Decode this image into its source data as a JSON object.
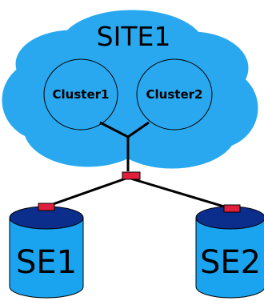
{
  "site": {
    "label": "SITE1"
  },
  "clusters": [
    {
      "label": "Cluster1"
    },
    {
      "label": "Cluster2"
    }
  ],
  "storage": [
    {
      "label": "SE1"
    },
    {
      "label": "SE2"
    }
  ],
  "colors": {
    "cloud_fill": "#2aa8ef",
    "cluster_fill": "#2aa8ef",
    "cylinder_body": "#1aa4f0",
    "cylinder_top": "#0b2d8c",
    "connector": "#e0203a",
    "line": "#000000"
  }
}
